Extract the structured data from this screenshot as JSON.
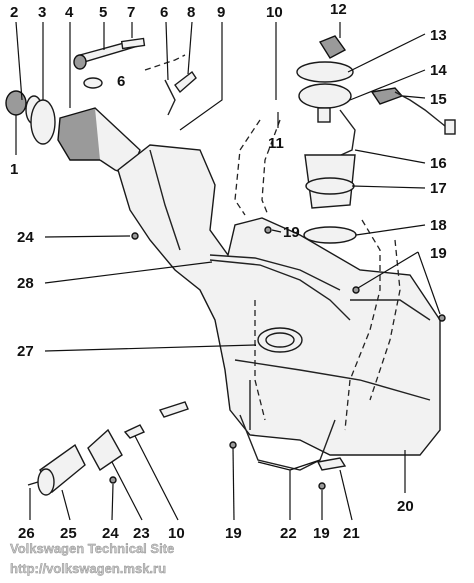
{
  "callouts": {
    "c1": "1",
    "c2": "2",
    "c3": "3",
    "c4": "4",
    "c5": "5",
    "c6": "6",
    "c7": "7",
    "c8": "8",
    "c9": "9",
    "c10": "10",
    "c11": "11",
    "c12": "12",
    "c13": "13",
    "c14": "14",
    "c15": "15",
    "c16": "16",
    "c17": "17",
    "c18": "18",
    "c19a": "19",
    "c19b": "19",
    "c19c": "19",
    "c19d": "19",
    "c20": "20",
    "c21": "21",
    "c22": "22",
    "c23": "23",
    "c24a": "24",
    "c24b": "24",
    "c25": "25",
    "c26": "26",
    "c27": "27",
    "c28": "28",
    "c10b": "10",
    "c6b": "6"
  },
  "watermark": {
    "line1": "Volkswagen Technical Site",
    "line2": "http://volkswagen.msk.ru"
  }
}
